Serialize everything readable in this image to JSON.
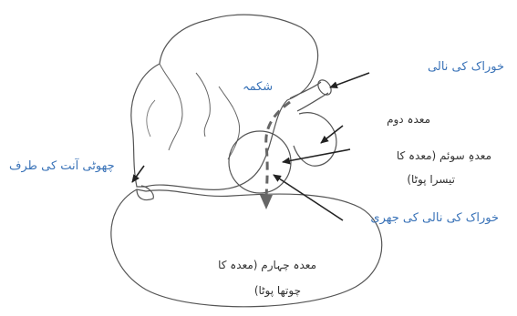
{
  "labels": {
    "esophagus": "خوراک کی نالی",
    "rumen": "شکمہ",
    "reticulum": "معدہ دوم",
    "omasum_line1": "معدہِ سوئم (معدہ کا",
    "omasum_line2": "تیسرا پوٹا)",
    "small_intestine": "چھوٹی آنت کی طرف",
    "esophageal_groove": "خوراک کی نالی کی جھری",
    "abomasum_line1": "معدہ چہارم (معدہ کا",
    "abomasum_line2": "چوتھا پوٹا)"
  },
  "colors": {
    "label_blue": "#3a73b8",
    "outline": "#555555",
    "arrow": "#222222",
    "groove_dash": "#666666"
  }
}
